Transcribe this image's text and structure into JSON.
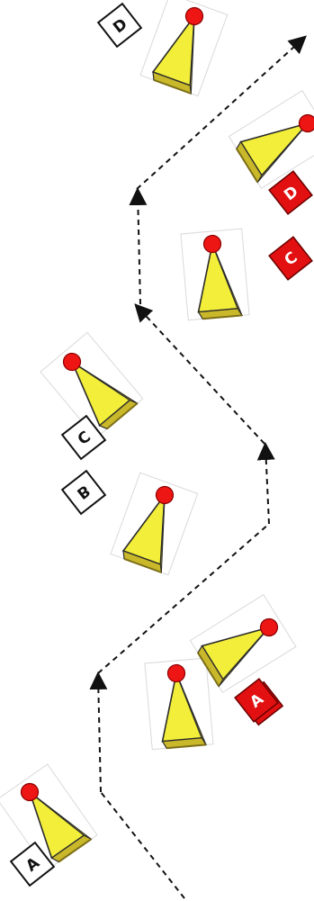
{
  "diagram": {
    "labels": {
      "a_white": "A",
      "a_red": "A",
      "b_white": "B",
      "c_white": "C",
      "c_red": "C",
      "d_red": "D",
      "d_white": "D"
    },
    "colors": {
      "marker_fill": "#f2ee3a",
      "marker_bevel": "#c9b82a",
      "marker_shadow": "#7d6f18",
      "marker_outline": "#2b2b2b",
      "tip_ball": "#ee1515",
      "red_tag": "#e21010",
      "white_tag": "#ffffff",
      "tag_border": "#111111",
      "path_line": "#111111",
      "shadow_box": "#d9d9d9"
    },
    "icons": {
      "marker": "cone-marker-icon",
      "path_arrow": "arrowhead-icon"
    }
  }
}
